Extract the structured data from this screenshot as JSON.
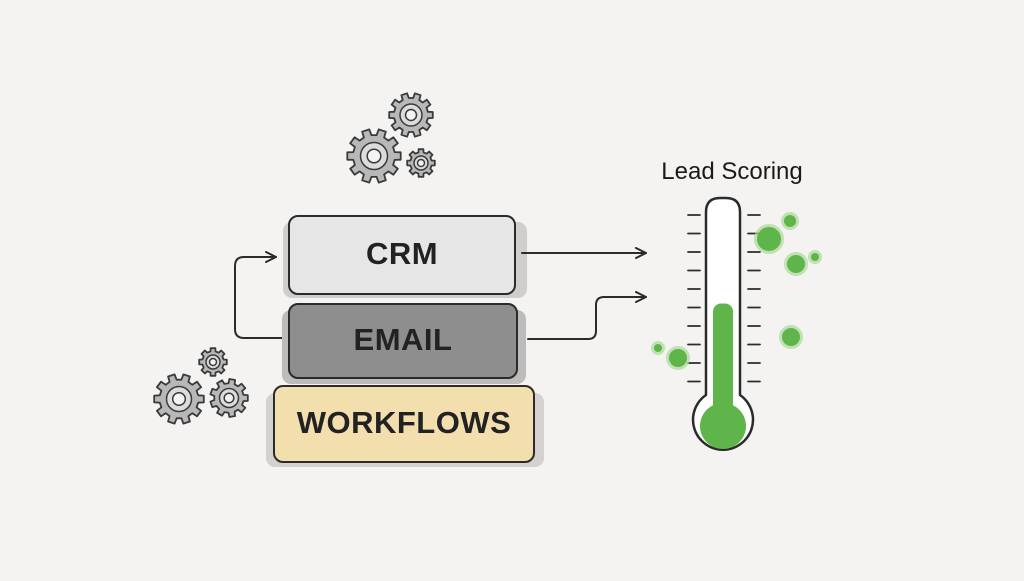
{
  "stack": {
    "crm_label": "CRM",
    "email_label": "EMAIL",
    "workflows_label": "WORKFLOWS"
  },
  "thermometer": {
    "title": "Lead Scoring",
    "fill_level": 0.56
  },
  "icons": [
    "gear-icon",
    "gear-icon",
    "gear-icon",
    "gear-icon",
    "gear-icon",
    "gear-icon",
    "thermometer-icon"
  ],
  "colors": {
    "background": "#f4f3f1",
    "crm": "#e6e6e6",
    "email": "#8e8e8e",
    "workflows": "#f3dfae",
    "outline": "#2b2b2b",
    "gear": "#b8b8b8",
    "green": "#5fb44a",
    "green_light": "#a8d99a"
  }
}
